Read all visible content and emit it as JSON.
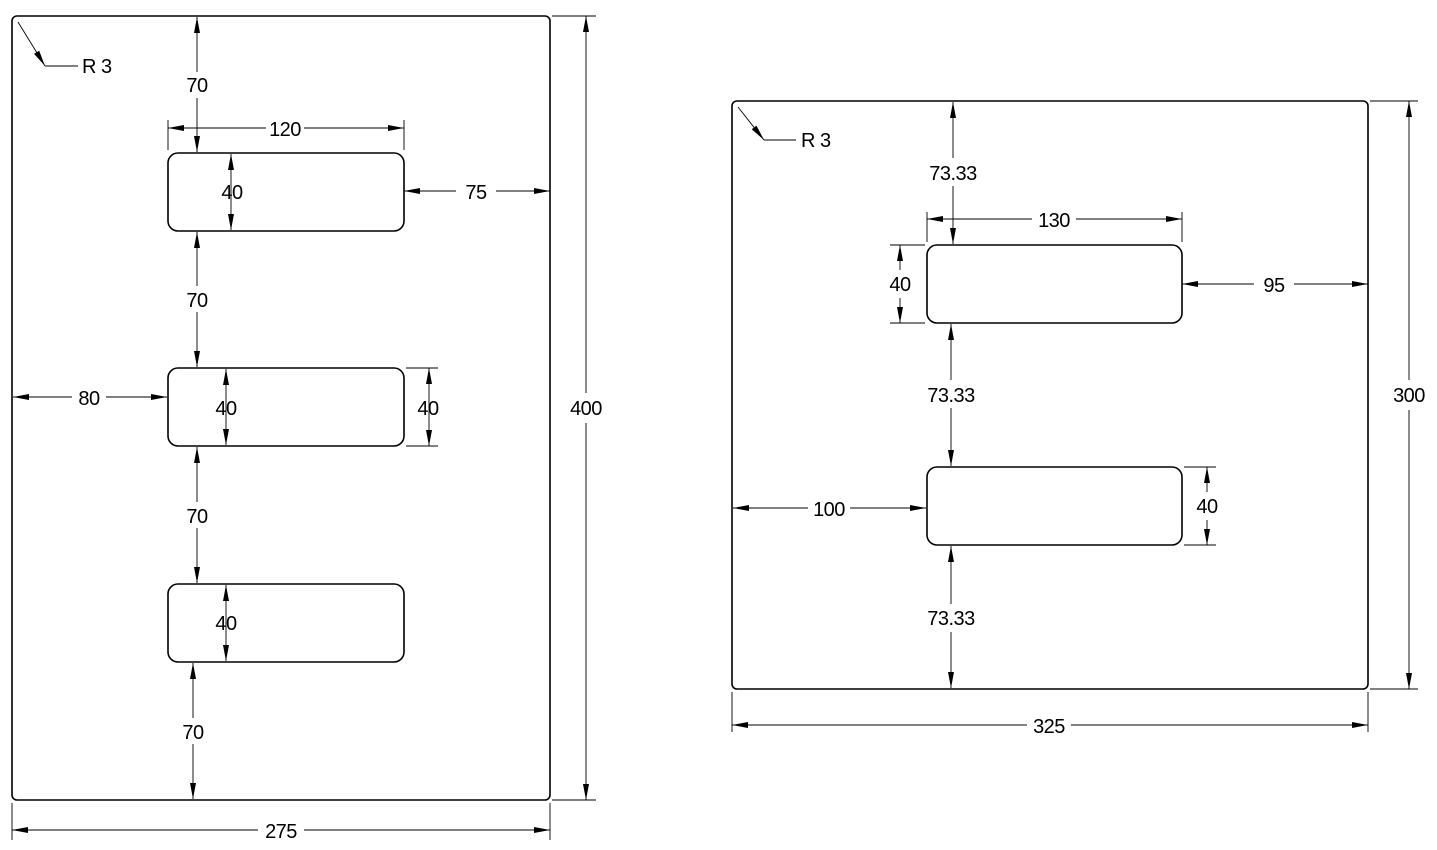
{
  "drawings": {
    "left_plate": {
      "corner_radius": "R 3",
      "width": "275",
      "height": "400",
      "gap_top": "70",
      "gap_between_1": "70",
      "gap_between_2": "70",
      "gap_bottom": "70",
      "slot_length": "120",
      "slot_height_top": "40",
      "slot_height_middle": "40",
      "slot_height_middle_right": "40",
      "slot_height_bottom": "40",
      "right_margin": "75",
      "left_margin": "80"
    },
    "right_plate": {
      "corner_radius": "R 3",
      "width": "325",
      "height": "300",
      "gap_top": "73.33",
      "gap_between": "73.33",
      "gap_bottom": "73.33",
      "slot_length": "130",
      "slot_height_top": "40",
      "slot_height_bottom": "40",
      "right_margin": "95",
      "left_margin": "100"
    }
  }
}
